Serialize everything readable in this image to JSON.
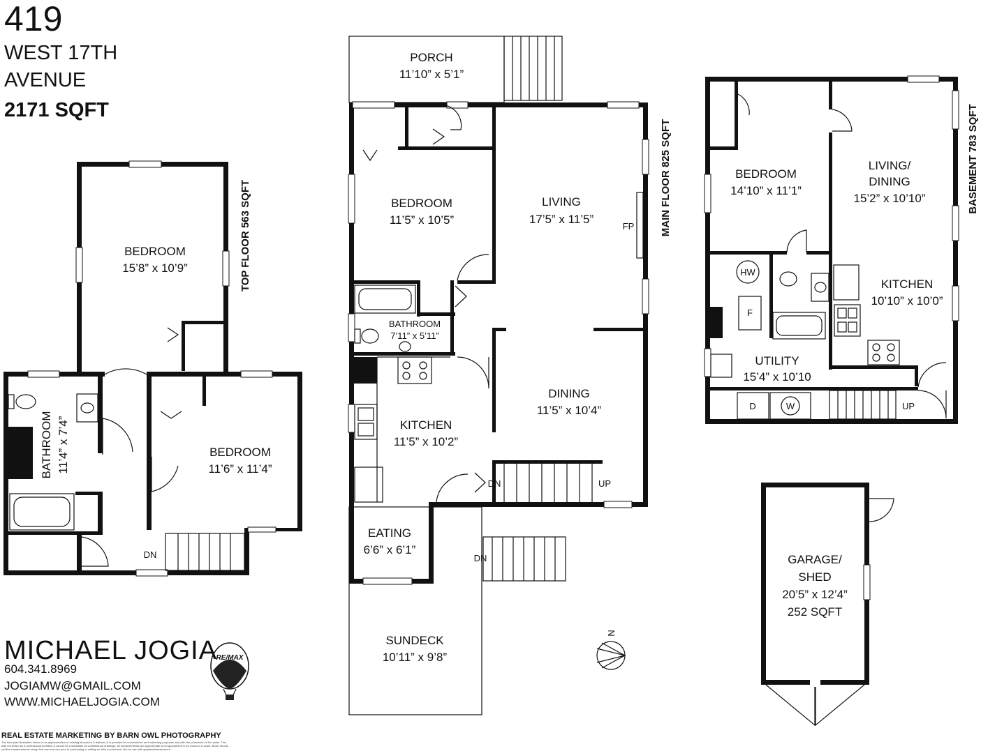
{
  "header": {
    "number": "419",
    "street_line1": "WEST 17TH",
    "street_line2": "AVENUE",
    "total_sqft": "2171 SQFT"
  },
  "floors": {
    "top": "TOP FLOOR 563 SQFT",
    "main": "MAIN FLOOR 825 SQFT",
    "basement": "BASEMENT 783 SQFT"
  },
  "top_floor": {
    "bedroom_large": {
      "name": "BEDROOM",
      "size": "15’8” x 10’9”"
    },
    "bedroom_small": {
      "name": "BEDROOM",
      "size": "11’6” x 11’4”"
    },
    "bathroom": {
      "name": "BATHROOM",
      "size": "11’4” x 7’4”"
    },
    "stair_dn": "DN"
  },
  "main_floor": {
    "porch": {
      "name": "PORCH",
      "size": "11’10” x 5’1”"
    },
    "bedroom": {
      "name": "BEDROOM",
      "size": "11’5” x 10’5”"
    },
    "living": {
      "name": "LIVING",
      "size": "17’5” x 11’5”"
    },
    "fireplace": "FP",
    "bathroom": {
      "name": "BATHROOM",
      "size": "7’11” x 5’11”"
    },
    "kitchen": {
      "name": "KITCHEN",
      "size": "11’5” x 10’2”"
    },
    "dining": {
      "name": "DINING",
      "size": "11’5” x 10’4”"
    },
    "eating": {
      "name": "EATING",
      "size": "6’6” x 6’1”"
    },
    "sundeck": {
      "name": "SUNDECK",
      "size": "10’11” x 9’8”"
    },
    "stair_dn": "DN",
    "stair_up": "UP",
    "deck_dn": "DN"
  },
  "basement": {
    "bedroom": {
      "name": "BEDROOM",
      "size": "14’10” x 11’1”"
    },
    "living_dining": {
      "name_line1": "LIVING/",
      "name_line2": "DINING",
      "size": "15’2” x 10’10”"
    },
    "kitchen": {
      "name": "KITCHEN",
      "size": "10’10” x 10’0”"
    },
    "utility": {
      "name": "UTILITY",
      "size": "15’4” x 10’10"
    },
    "hot_water": "HW",
    "furnace": "F",
    "dryer": "D",
    "washer": "W",
    "stair_up": "UP"
  },
  "garage": {
    "name_line1": "GARAGE/",
    "name_line2": "SHED",
    "size": "20’5” x 12’4”",
    "sqft": "252 SQFT"
  },
  "compass": "N",
  "agent": {
    "name": "MICHAEL JOGIA",
    "phone": "604.341.8969",
    "email": "JOGIAMW@GMAIL.COM",
    "website": "WWW.MICHAELJOGIA.COM",
    "logo_text": "RE/MAX"
  },
  "credit": "REAL ESTATE MARKETING BY BARN OWL PHOTOGRAPHY",
  "disclaimer": "The floor plan illustration shown is an approximation of existing structures & features & is provided for convenience and marketing purposes only with the permission of the seller. This was not drawn by a professional architect & cannot be a substitute for architectural drawings. All measurements are approximate & not guaranteed to be exact or to scale. Buyer should confirm measurements using their own sources prior to purchasing or writing an offer to purchase. Not for use with appraisal/assessment.",
  "colors": {
    "walls": "#111111",
    "background": "#ffffff"
  }
}
